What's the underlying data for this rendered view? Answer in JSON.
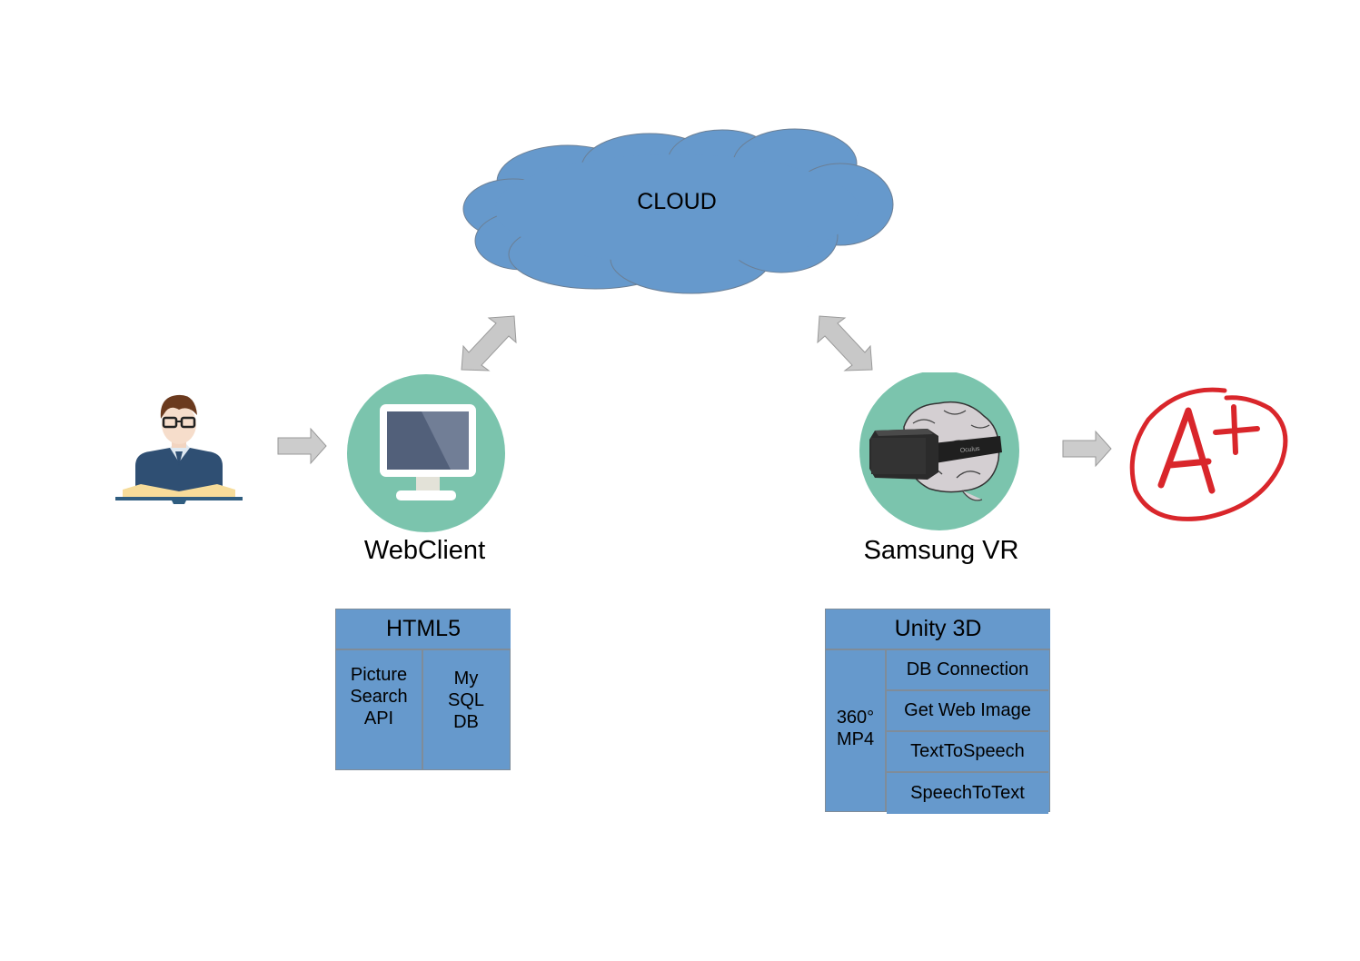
{
  "diagram": {
    "cloud": {
      "label": "CLOUD",
      "color": "#6699cc"
    },
    "nodes": {
      "user": {
        "icon": "student-reading-book-icon"
      },
      "webclient": {
        "label": "WebClient",
        "icon": "monitor-icon",
        "circle_color": "#7bc4ad"
      },
      "vr": {
        "label": "Samsung VR",
        "icon": "vr-headset-brain-icon",
        "circle_color": "#7bc4ad",
        "headset_brand": "Oculus"
      },
      "grade": {
        "label": "A+",
        "icon": "a-plus-grade-icon",
        "color": "#d9262b"
      }
    },
    "arrows": [
      {
        "from": "user",
        "to": "webclient",
        "type": "single"
      },
      {
        "from": "webclient",
        "to": "cloud",
        "type": "double"
      },
      {
        "from": "cloud",
        "to": "vr",
        "type": "double"
      },
      {
        "from": "vr",
        "to": "grade",
        "type": "single"
      }
    ],
    "html5_box": {
      "header": "HTML5",
      "left_lines": [
        "Picture",
        "Search",
        "API"
      ],
      "right_lines": [
        "My",
        "SQL",
        "DB"
      ]
    },
    "unity_box": {
      "header": "Unity 3D",
      "left_lines": [
        "360°",
        "MP4"
      ],
      "items": [
        "DB Connection",
        "Get Web Image",
        "TextToSpeech",
        "SpeechToText"
      ]
    }
  }
}
